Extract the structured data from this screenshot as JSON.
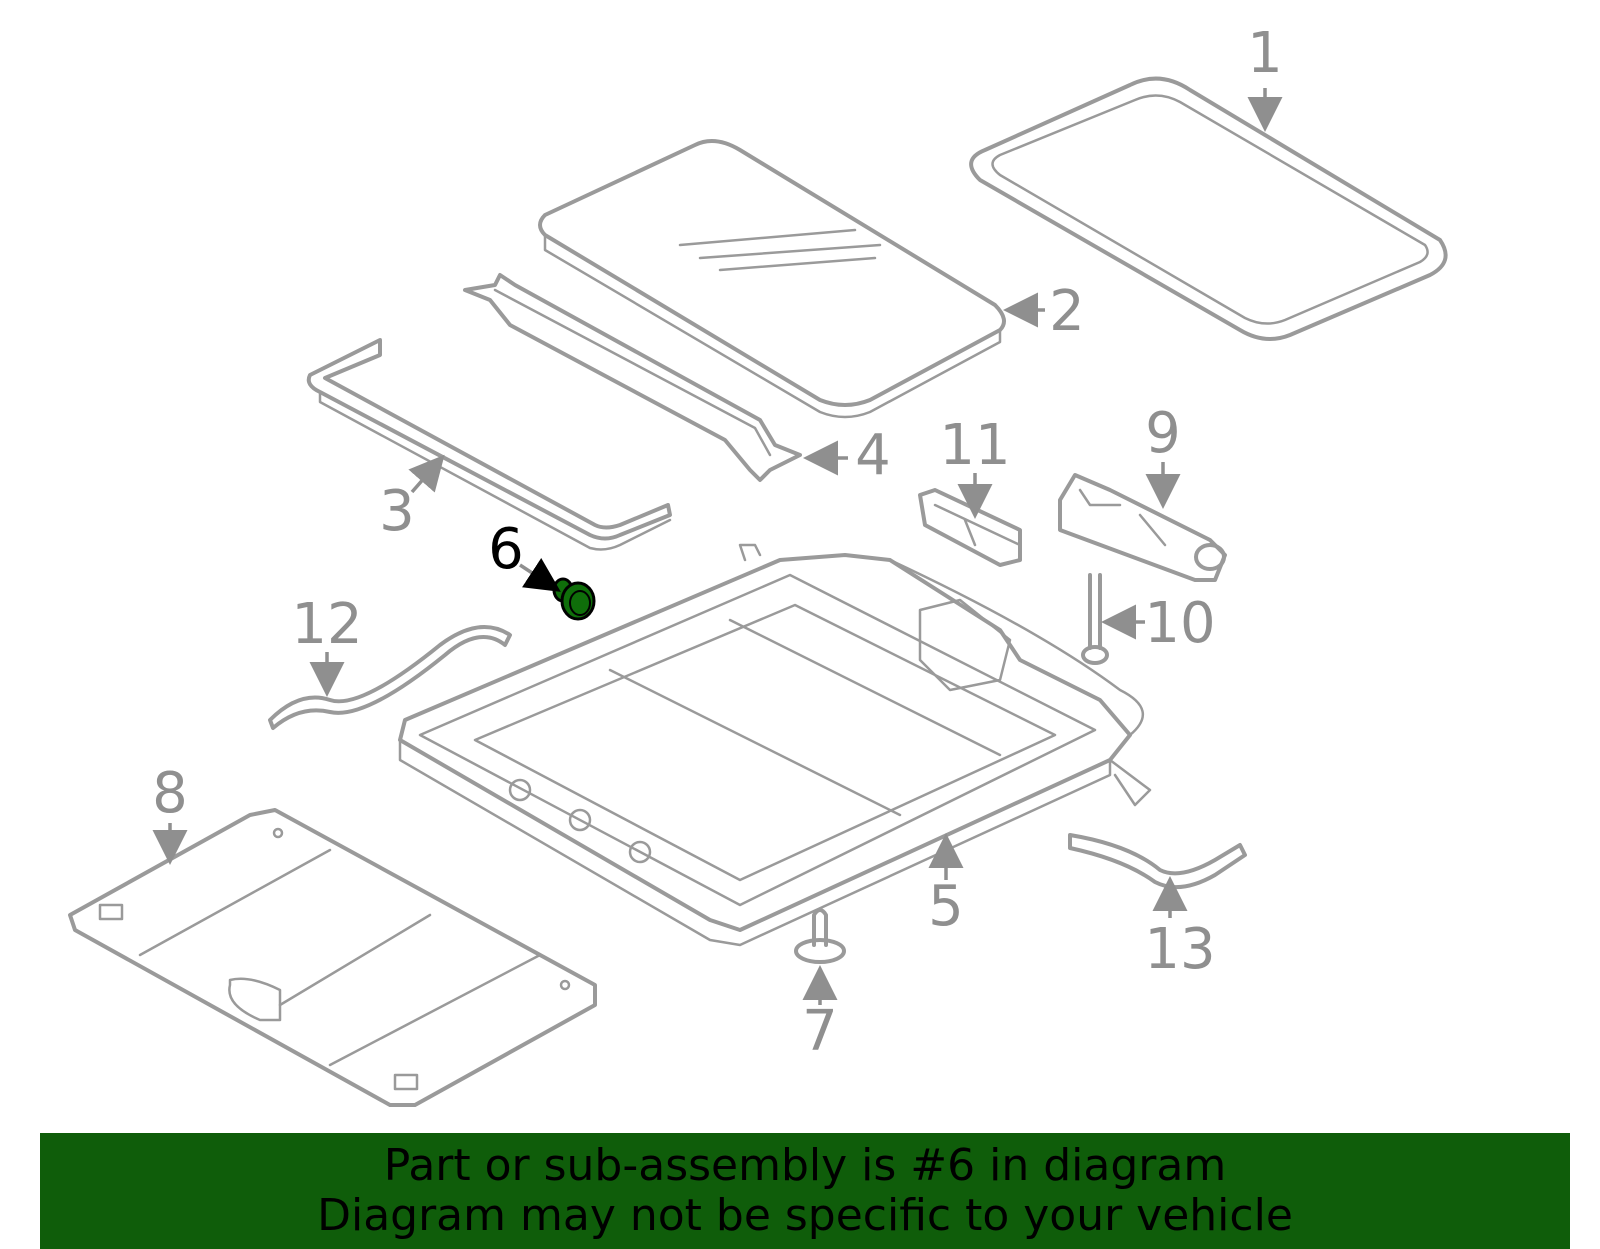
{
  "diagram": {
    "callouts": [
      "1",
      "2",
      "3",
      "4",
      "5",
      "6",
      "7",
      "8",
      "9",
      "10",
      "11",
      "12",
      "13"
    ],
    "highlighted_part": "6",
    "highlight_color": "#0f6e0a",
    "part_color": "#9a9a9a"
  },
  "banner": {
    "line1": "Part or sub-assembly is #6 in diagram",
    "line2": "Diagram may not be specific to your vehicle",
    "background": "#0f5d0a"
  }
}
